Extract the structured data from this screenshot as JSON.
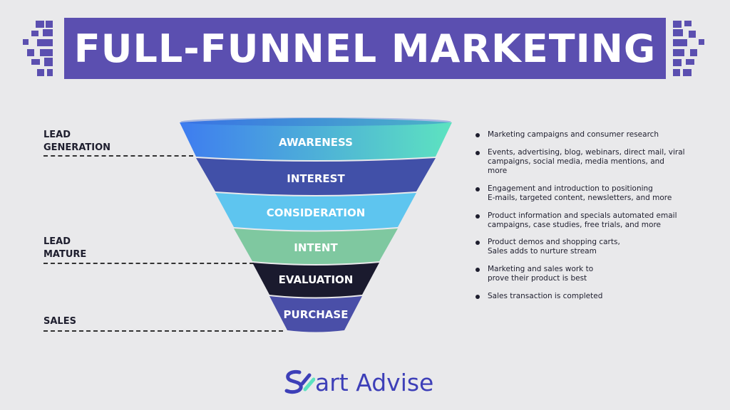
{
  "title": "FULL-FUNNEL MARKETING",
  "colors": {
    "banner": "#5b4fb0",
    "awareness_start": "#3e7cf0",
    "awareness_end": "#5de3c0",
    "interest": "#4150a8",
    "consideration": "#5ec5ef",
    "intent": "#7fc8a0",
    "evaluation": "#1a1a2e",
    "purchase": "#4a4fa8",
    "logo": "#3d3fb8"
  },
  "stage_labels": [
    {
      "text": "LEAD\nGENERATION"
    },
    {
      "text": "LEAD\nMATURE"
    },
    {
      "text": "SALES"
    }
  ],
  "funnel": [
    {
      "label": "AWARENESS"
    },
    {
      "label": "INTEREST"
    },
    {
      "label": "CONSIDERATION"
    },
    {
      "label": "INTENT"
    },
    {
      "label": "EVALUATION"
    },
    {
      "label": "PURCHASE"
    }
  ],
  "bullets": [
    "Marketing campaigns and consumer research",
    "Events, advertising, blog, webinars, direct mail, viral\ncampaigns, social media, media mentions, and\nmore",
    "Engagement and introduction to positioning\nE-mails, targeted content, newsletters, and more",
    "Product information and specials automated email\ncampaigns, case studies, free trials, and more",
    "Product demos and shopping carts,\nSales adds to nurture stream",
    "Marketing and sales work to\nprove their product is best",
    "Sales transaction is completed"
  ],
  "logo": {
    "text": "art Advise"
  }
}
